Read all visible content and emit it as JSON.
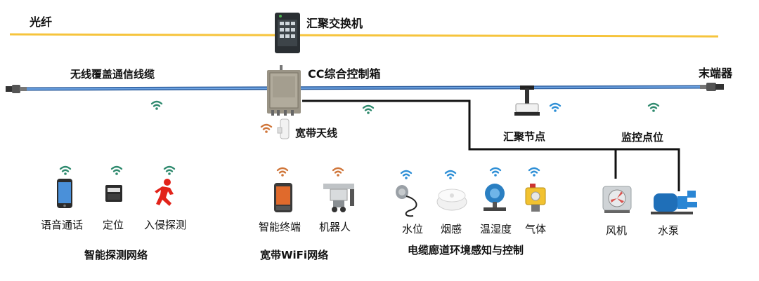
{
  "colors": {
    "fiber": "#f6c43c",
    "cable": "#4a86cf",
    "cable_outline": "#2f5f9e",
    "wire": "#111111",
    "wifi_green": "#2f8a6e",
    "wifi_orange": "#d0763a",
    "wifi_blue": "#2e8fd6"
  },
  "labels": {
    "fiber": "光纤",
    "switch": "汇聚交换机",
    "wireless_cable": "无线覆盖通信线缆",
    "cc_box": "CC综合控制箱",
    "end_device": "末端器",
    "broadband_antenna": "宽带天线",
    "aggregation_node": "汇聚节点",
    "monitor_point": "监控点位"
  },
  "groups": {
    "smart_detect": {
      "title": "智能探测网络",
      "items": [
        "语音通话",
        "定位",
        "入侵探测"
      ]
    },
    "wifi_net": {
      "title": "宽带WiFi网络",
      "items": [
        "智能终端",
        "机器人"
      ]
    },
    "env_control": {
      "title": "电缆廊道环境感知与控制",
      "items": [
        "水位",
        "烟感",
        "温湿度",
        "气体",
        "风机",
        "水泵"
      ]
    }
  }
}
